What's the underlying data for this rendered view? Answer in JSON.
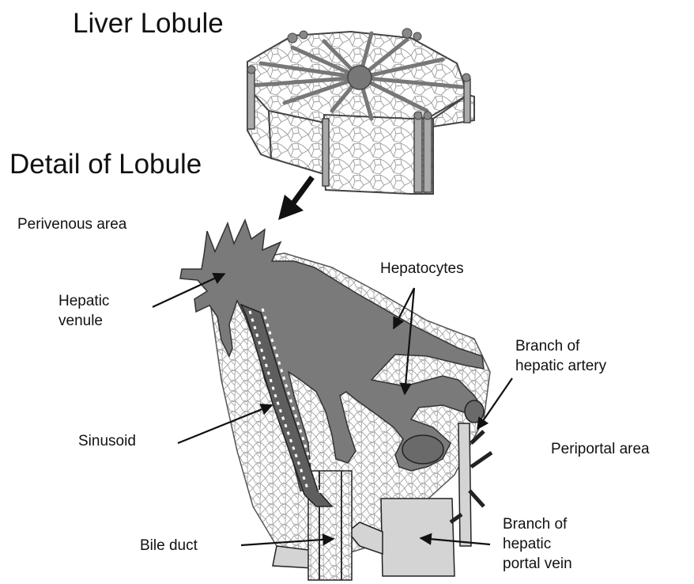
{
  "titles": {
    "top": "Liver Lobule",
    "detail": "Detail of Lobule"
  },
  "labels": {
    "perivenous": "Perivenous area",
    "hepatic_venule": [
      "Hepatic",
      "venule"
    ],
    "hepatocytes": "Hepatocytes",
    "sinusoid": "Sinusoid",
    "bile_duct": "Bile duct",
    "branch_artery": [
      "Branch of",
      "hepatic artery"
    ],
    "periportal": "Periportal area",
    "branch_portal_vein": [
      "Branch of",
      "hepatic",
      "portal vein"
    ]
  },
  "colors": {
    "vessel_dark": "#777777",
    "vessel_mid": "#8a8a8a",
    "sinusoid": "#5e5e5e",
    "portal_vein": "#d4d4d4",
    "cells": "#ffffff",
    "outline": "#222222"
  }
}
